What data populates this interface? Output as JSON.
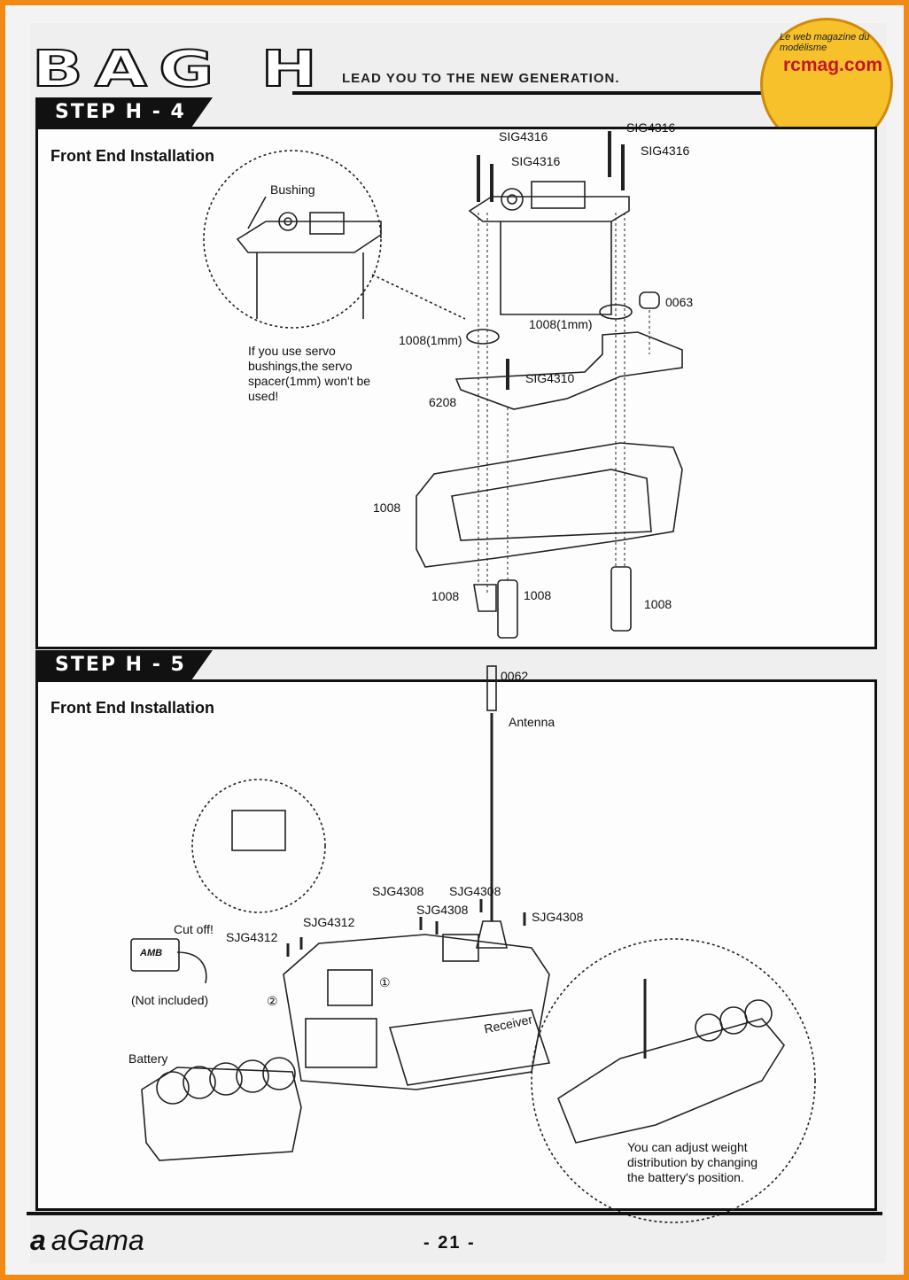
{
  "header": {
    "bag_title": "BAG H",
    "tagline": "LEAD YOU TO THE NEW GENERATION.",
    "logo_text": "rcmag.com",
    "logo_arc": "Le web magazine du modélisme"
  },
  "step_h4": {
    "tab": "STEP H - 4",
    "title": "Front End Installation",
    "labels": {
      "bushing": "Bushing",
      "sig4316_a": "SIG4316",
      "sig4316_b": "SIG4316",
      "sig4316_c": "SIG4316",
      "sig4316_d": "SIG4316",
      "p0063": "0063",
      "p1008_1mm_left": "1008(1mm)",
      "p1008_1mm_right": "1008(1mm)",
      "sig4310": "SIG4310",
      "p6208": "6208",
      "p1008_mid": "1008",
      "p1008_bl": "1008",
      "p1008_bm": "1008",
      "p1008_br": "1008"
    },
    "note": "If you use servo bushings,the servo spacer(1mm) won't be used!"
  },
  "step_h5": {
    "tab": "STEP H - 5",
    "title": "Front End Installation",
    "labels": {
      "p0062": "0062",
      "antenna": "Antenna",
      "sjg4308_a": "SJG4308",
      "sjg4308_b": "SJG4308",
      "sjg4308_c": "SJG4308",
      "sjg4308_d": "SJG4308",
      "sjg4312_a": "SJG4312",
      "sjg4312_b": "SJG4312",
      "cut_off": "Cut off!",
      "not_included": "(Not included)",
      "battery": "Battery",
      "receiver": "Receiver",
      "step1": "①",
      "step2": "②",
      "amb": "AMB"
    },
    "note": "You can adjust weight distribution by changing the battery's position."
  },
  "footer": {
    "brand": "aGama",
    "page_number": "- 21 -"
  }
}
